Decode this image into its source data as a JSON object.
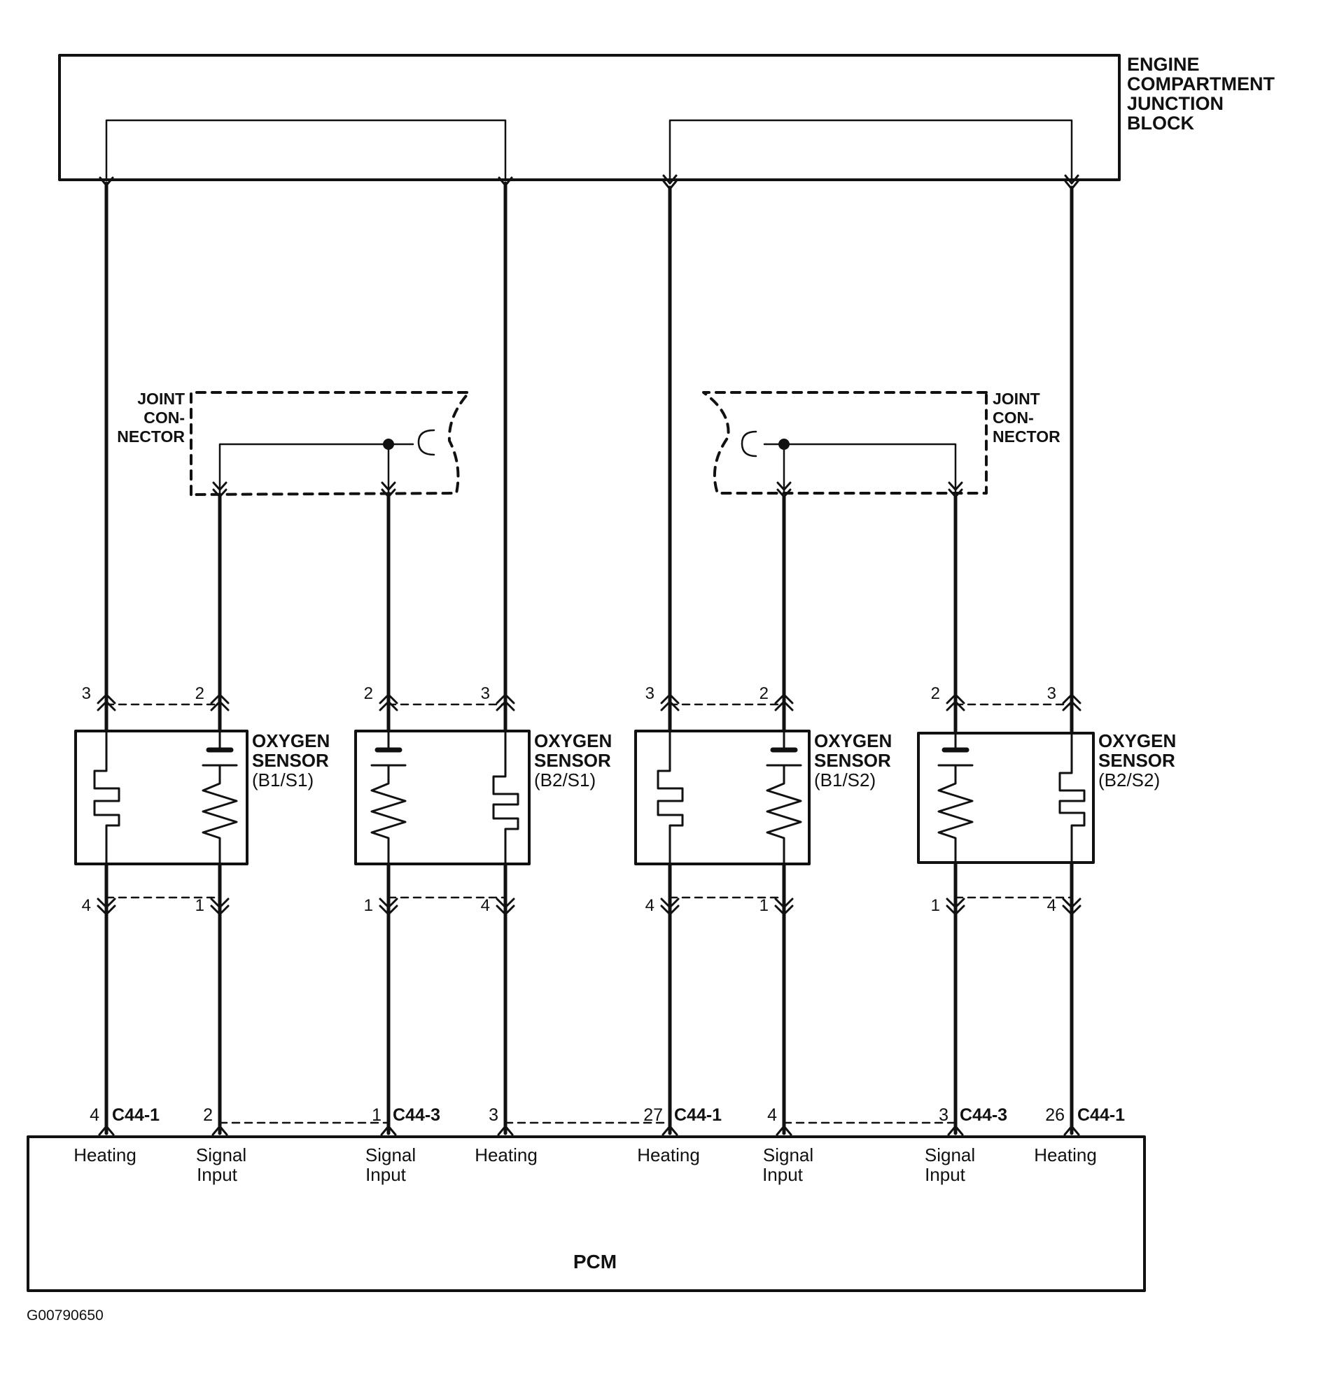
{
  "junction_block": {
    "title_lines": [
      "ENGINE",
      "COMPARTMENT",
      "JUNCTION",
      "BLOCK"
    ]
  },
  "joint_connector": {
    "lines": [
      "JOINT",
      "CON-",
      "NECTOR"
    ]
  },
  "sensors": [
    {
      "name_lines": [
        "OXYGEN",
        "SENSOR"
      ],
      "sub": "(B1/S1)",
      "top_pins": [
        "3",
        "2"
      ],
      "bottom_pins": [
        "4",
        "1"
      ]
    },
    {
      "name_lines": [
        "OXYGEN",
        "SENSOR"
      ],
      "sub": "(B2/S1)",
      "top_pins": [
        "2",
        "3"
      ],
      "bottom_pins": [
        "1",
        "4"
      ]
    },
    {
      "name_lines": [
        "OXYGEN",
        "SENSOR"
      ],
      "sub": "(B1/S2)",
      "top_pins": [
        "3",
        "2"
      ],
      "bottom_pins": [
        "4",
        "1"
      ]
    },
    {
      "name_lines": [
        "OXYGEN",
        "SENSOR"
      ],
      "sub": "(B2/S2)",
      "top_pins": [
        "2",
        "3"
      ],
      "bottom_pins": [
        "1",
        "4"
      ]
    }
  ],
  "pcm": {
    "title": "PCM",
    "pins": [
      {
        "pin": "4",
        "connector": "C44-1",
        "label_lines": [
          "Heating"
        ]
      },
      {
        "pin": "2",
        "connector": "",
        "label_lines": [
          "Signal",
          "Input"
        ]
      },
      {
        "pin": "1",
        "connector": "C44-3",
        "label_lines": [
          "Signal",
          "Input"
        ]
      },
      {
        "pin": "3",
        "connector": "",
        "label_lines": [
          "Heating"
        ]
      },
      {
        "pin": "27",
        "connector": "C44-1",
        "label_lines": [
          "Heating"
        ]
      },
      {
        "pin": "4",
        "connector": "",
        "label_lines": [
          "Signal",
          "Input"
        ]
      },
      {
        "pin": "3",
        "connector": "C44-3",
        "label_lines": [
          "Signal",
          "Input"
        ]
      },
      {
        "pin": "26",
        "connector": "C44-1",
        "label_lines": [
          "Heating"
        ]
      }
    ]
  },
  "figure_id": "G00790650"
}
